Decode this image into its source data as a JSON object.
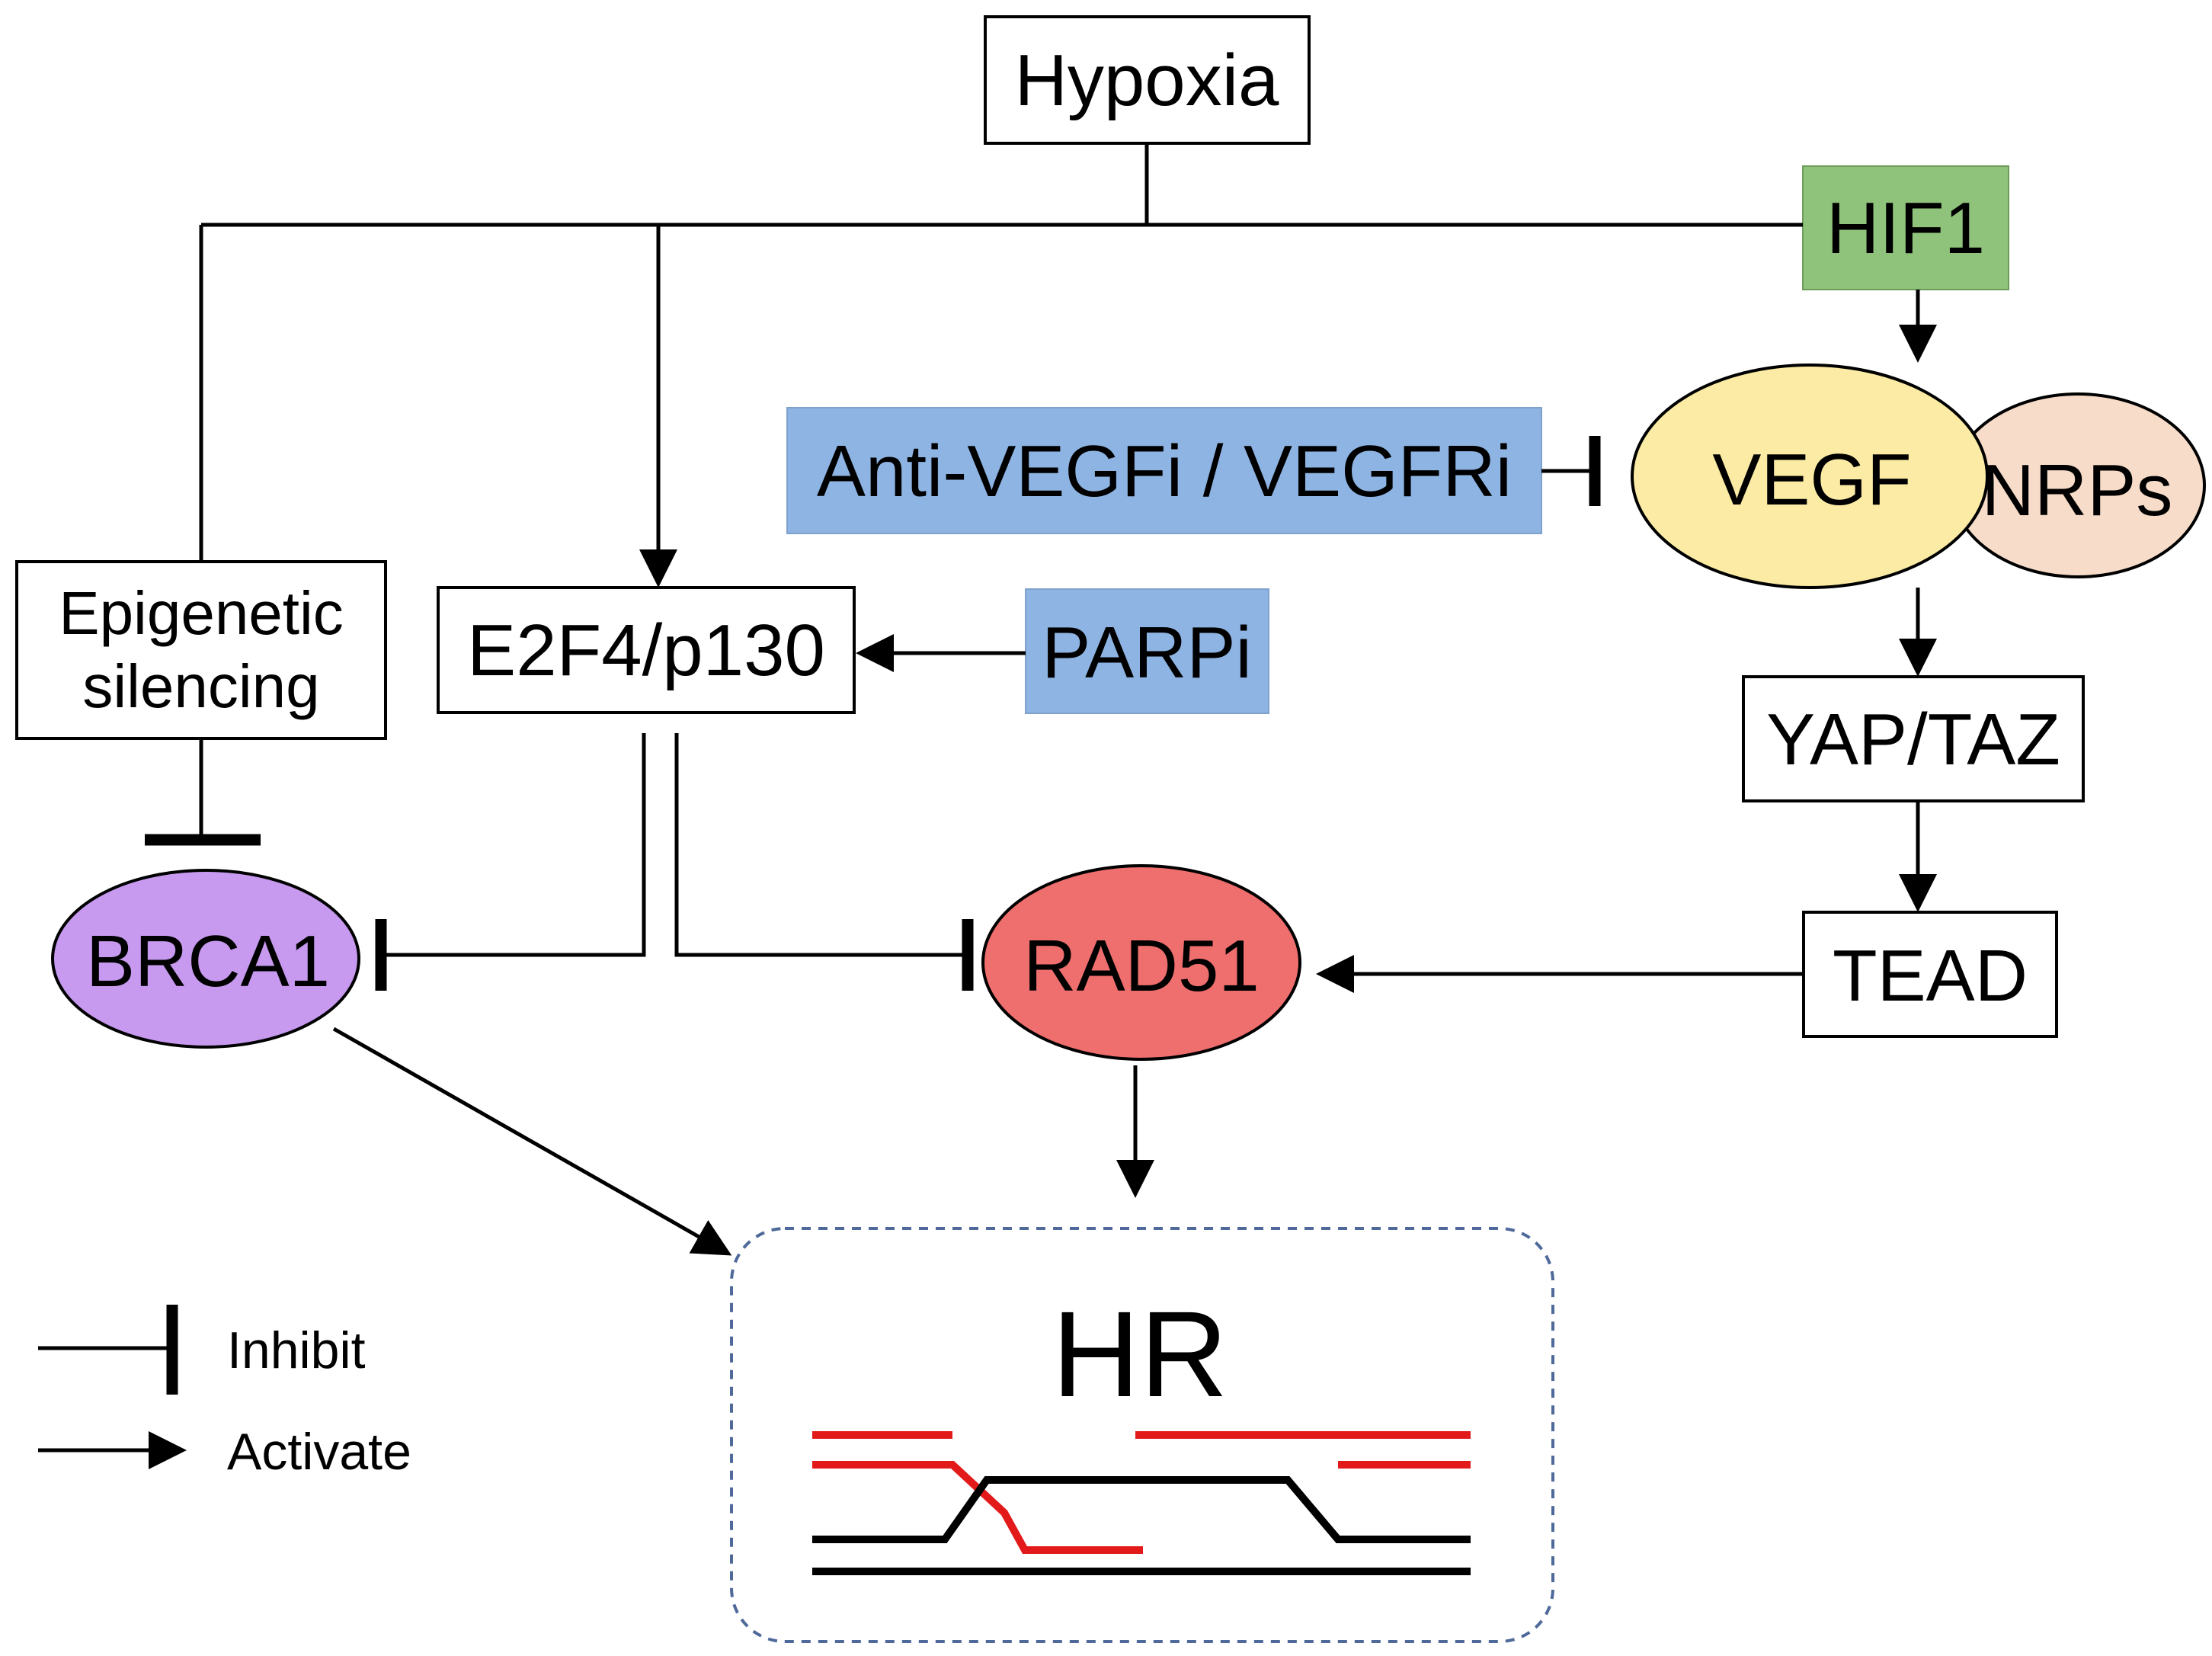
{
  "nodes": {
    "hypoxia": "Hypoxia",
    "hif1": "HIF1",
    "anti_vegf": "Anti-VEGFi / VEGFRi",
    "vegf": "VEGF",
    "nrps": "NRPs",
    "epigenetic_line1": "Epigenetic",
    "epigenetic_line2": "silencing",
    "e2f4": "E2F4/p130",
    "parpi": "PARPi",
    "yap_taz": "YAP/TAZ",
    "brca1": "BRCA1",
    "rad51": "RAD51",
    "tead": "TEAD",
    "hr": "HR"
  },
  "legend": {
    "inhibit": "Inhibit",
    "activate": "Activate"
  },
  "colors": {
    "hif1_fill": "#8fc27a",
    "drug_fill": "#8eb4e3",
    "vegf_fill": "#fbeba4",
    "nrps_fill": "#f7dcc9",
    "brca1_fill": "#c79af0",
    "rad51_fill": "#ef6e6e",
    "hr_border": "#4f6a9a",
    "dna_red": "#e21a1a",
    "dna_black": "#000000"
  }
}
